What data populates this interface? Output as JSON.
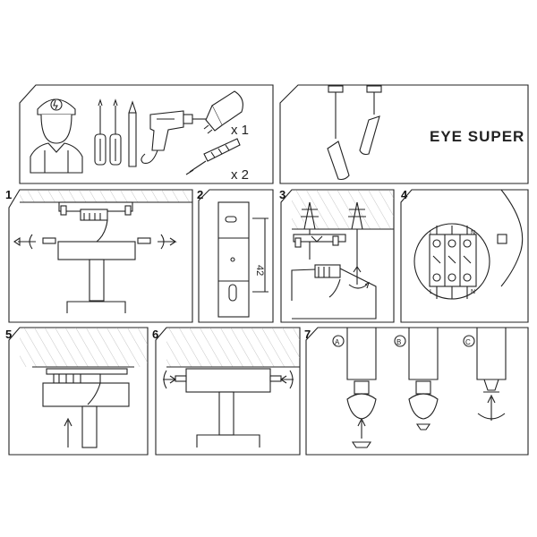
{
  "brand": "EYE SUPER",
  "tools": {
    "bulb_qty": "x 1",
    "anchor_qty": "x 2"
  },
  "steps": [
    "1",
    "2",
    "3",
    "4",
    "5",
    "6",
    "7"
  ],
  "step2": {
    "dimension": "42"
  },
  "step4": {
    "terminal_labels_top": [
      "L",
      "N"
    ],
    "terminal_labels_bottom": [
      "L",
      "N"
    ]
  },
  "step7": {
    "variants": [
      "A",
      "B",
      "C"
    ]
  }
}
